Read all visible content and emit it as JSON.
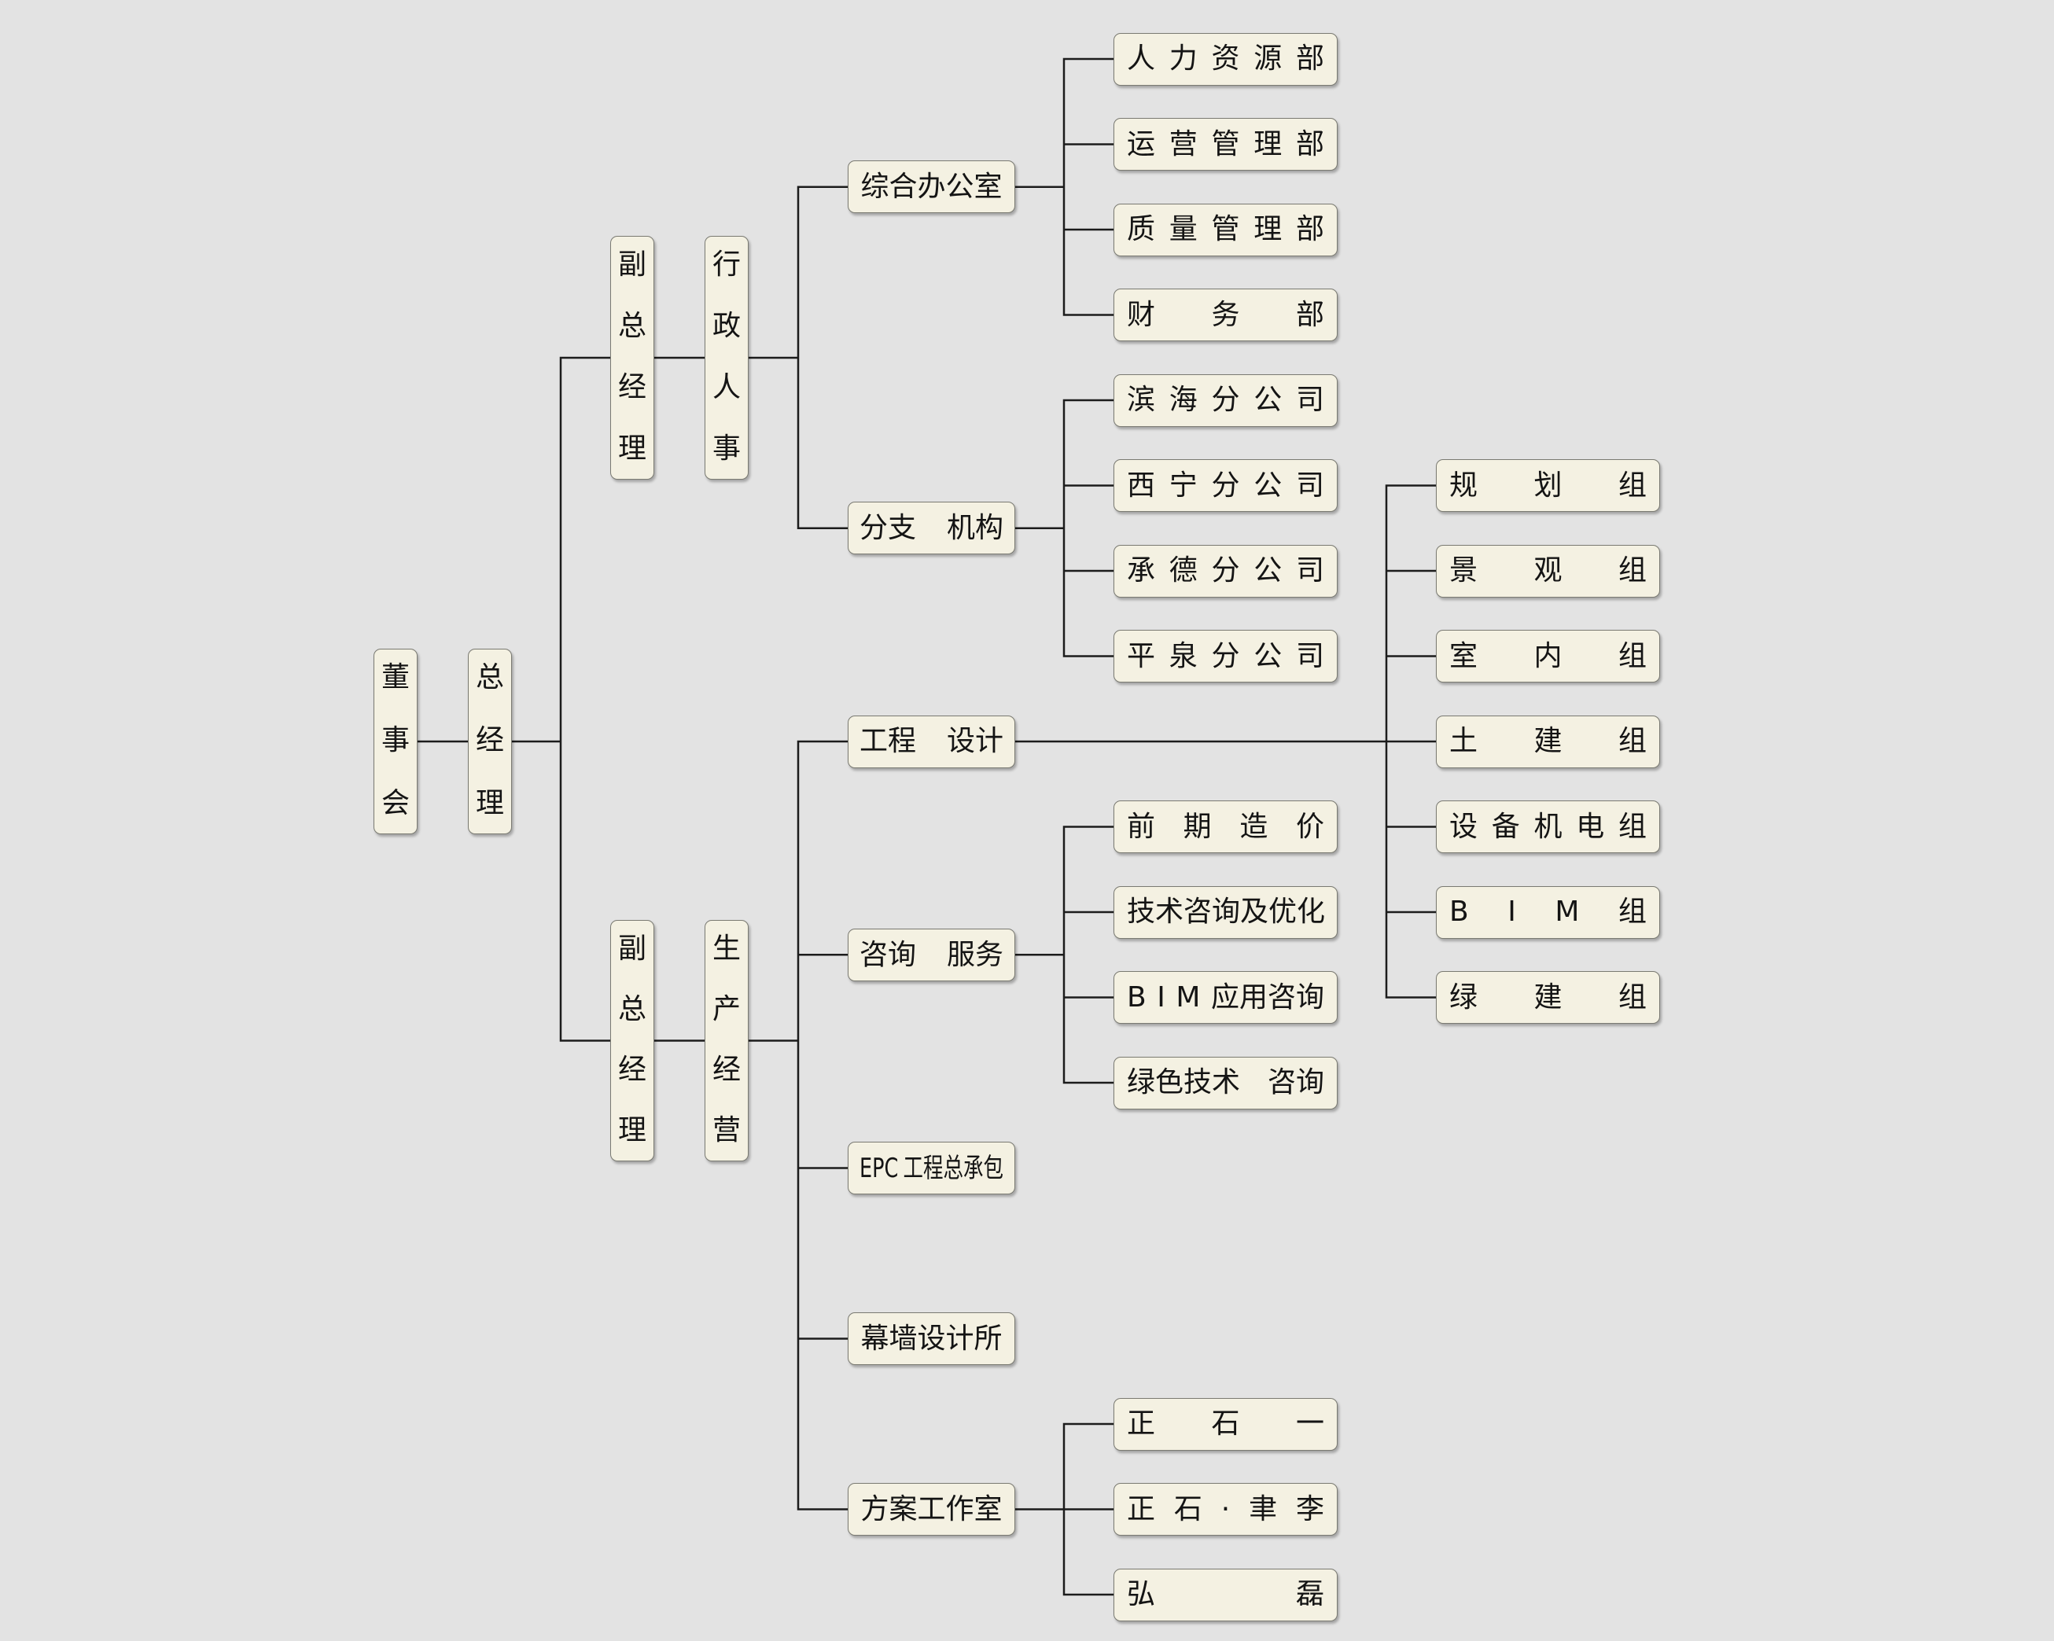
{
  "colors": {
    "background": "#e3e3e3",
    "box_fill": "#f4f1e2",
    "box_border": "#7a7a72",
    "line": "#1c1c1c",
    "text": "#141414"
  },
  "root": {
    "board": "董事会",
    "general_manager": "总经理"
  },
  "admin_branch": {
    "deputy_gm": "副总经理",
    "dept": "行政人事",
    "general_office": {
      "label": "综合办公室",
      "children": [
        "人 力 资 源 部",
        "运 营 管 理 部",
        "质 量 管 理 部",
        "财 务 部"
      ]
    },
    "branches": {
      "label": "分支 机构",
      "children": [
        "滨 海 分 公 司",
        "西 宁 分 公 司",
        "承 德 分 公 司",
        "平 泉 分 公 司"
      ]
    }
  },
  "production_branch": {
    "deputy_gm": "副总经理",
    "dept": "生产经营",
    "engineering_design": {
      "label": "工程 设计",
      "children": [
        "规 划 组",
        "景 观 组",
        "室 内 组",
        "土 建 组",
        "设 备 机 电 组",
        "B I M 组",
        "绿 建 组"
      ]
    },
    "consulting": {
      "label": "咨询 服务",
      "children": [
        "前 期 造 价",
        "技术咨询及优化",
        "B I M 应用咨询",
        "绿色技术 咨询"
      ]
    },
    "epc": {
      "label": "EPC 工程总承包"
    },
    "curtain_wall": {
      "label": "幕墙设计所"
    },
    "design_studio": {
      "label": "方案工作室",
      "children": [
        "正 石 一",
        "正 石 · 聿 李",
        "弘 磊"
      ]
    }
  }
}
